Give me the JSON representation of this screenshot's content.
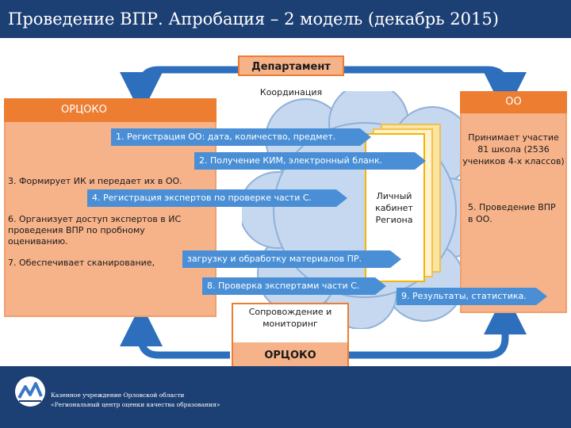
{
  "title": "Проведение ВПР. Апробация – 2 модель (декабрь 2015)",
  "department": {
    "label": "Департамент",
    "coordination": "Координация"
  },
  "orcoko": {
    "header": "ОРЦОКО",
    "item3": "3. Формирует ИК и передает их в ОО.",
    "item6": "6. Организует доступ экспертов в ИС проведения ВПР по пробному оцениванию.",
    "item7": "7. Обеспечивает сканирование,"
  },
  "oo": {
    "header": "ОО",
    "participation": "Принимает участие 81 школа (2536 учеников 4-х классов)",
    "item5": "5. Проведение ВПР в ОО."
  },
  "cabinet": "Личный кабинет Региона",
  "arrows": {
    "a1": "1. Регистрация ОО: дата, количество, предмет.",
    "a2": "2. Получение КИМ, электронный бланк.",
    "a4": "4. Регистрация экспертов по проверке части С.",
    "a7": "загрузку и обработку материалов ПР.",
    "a8": "8. Проверка экспертами части С.",
    "a9": "9. Результаты, статистика."
  },
  "support": {
    "text": "Сопровождение и мониторинг",
    "label": "ОРЦОКО"
  },
  "footer": {
    "line1": "Казенное учреждение Орловской области",
    "line2": "«Региональный центр оценки качества образования»"
  },
  "colors": {
    "navy": "#1c3f74",
    "orange": "#ec7d31",
    "light_orange": "#f6b289",
    "arrow_blue": "#4a8fd6",
    "cloud_blue": "#c5d8ef"
  }
}
